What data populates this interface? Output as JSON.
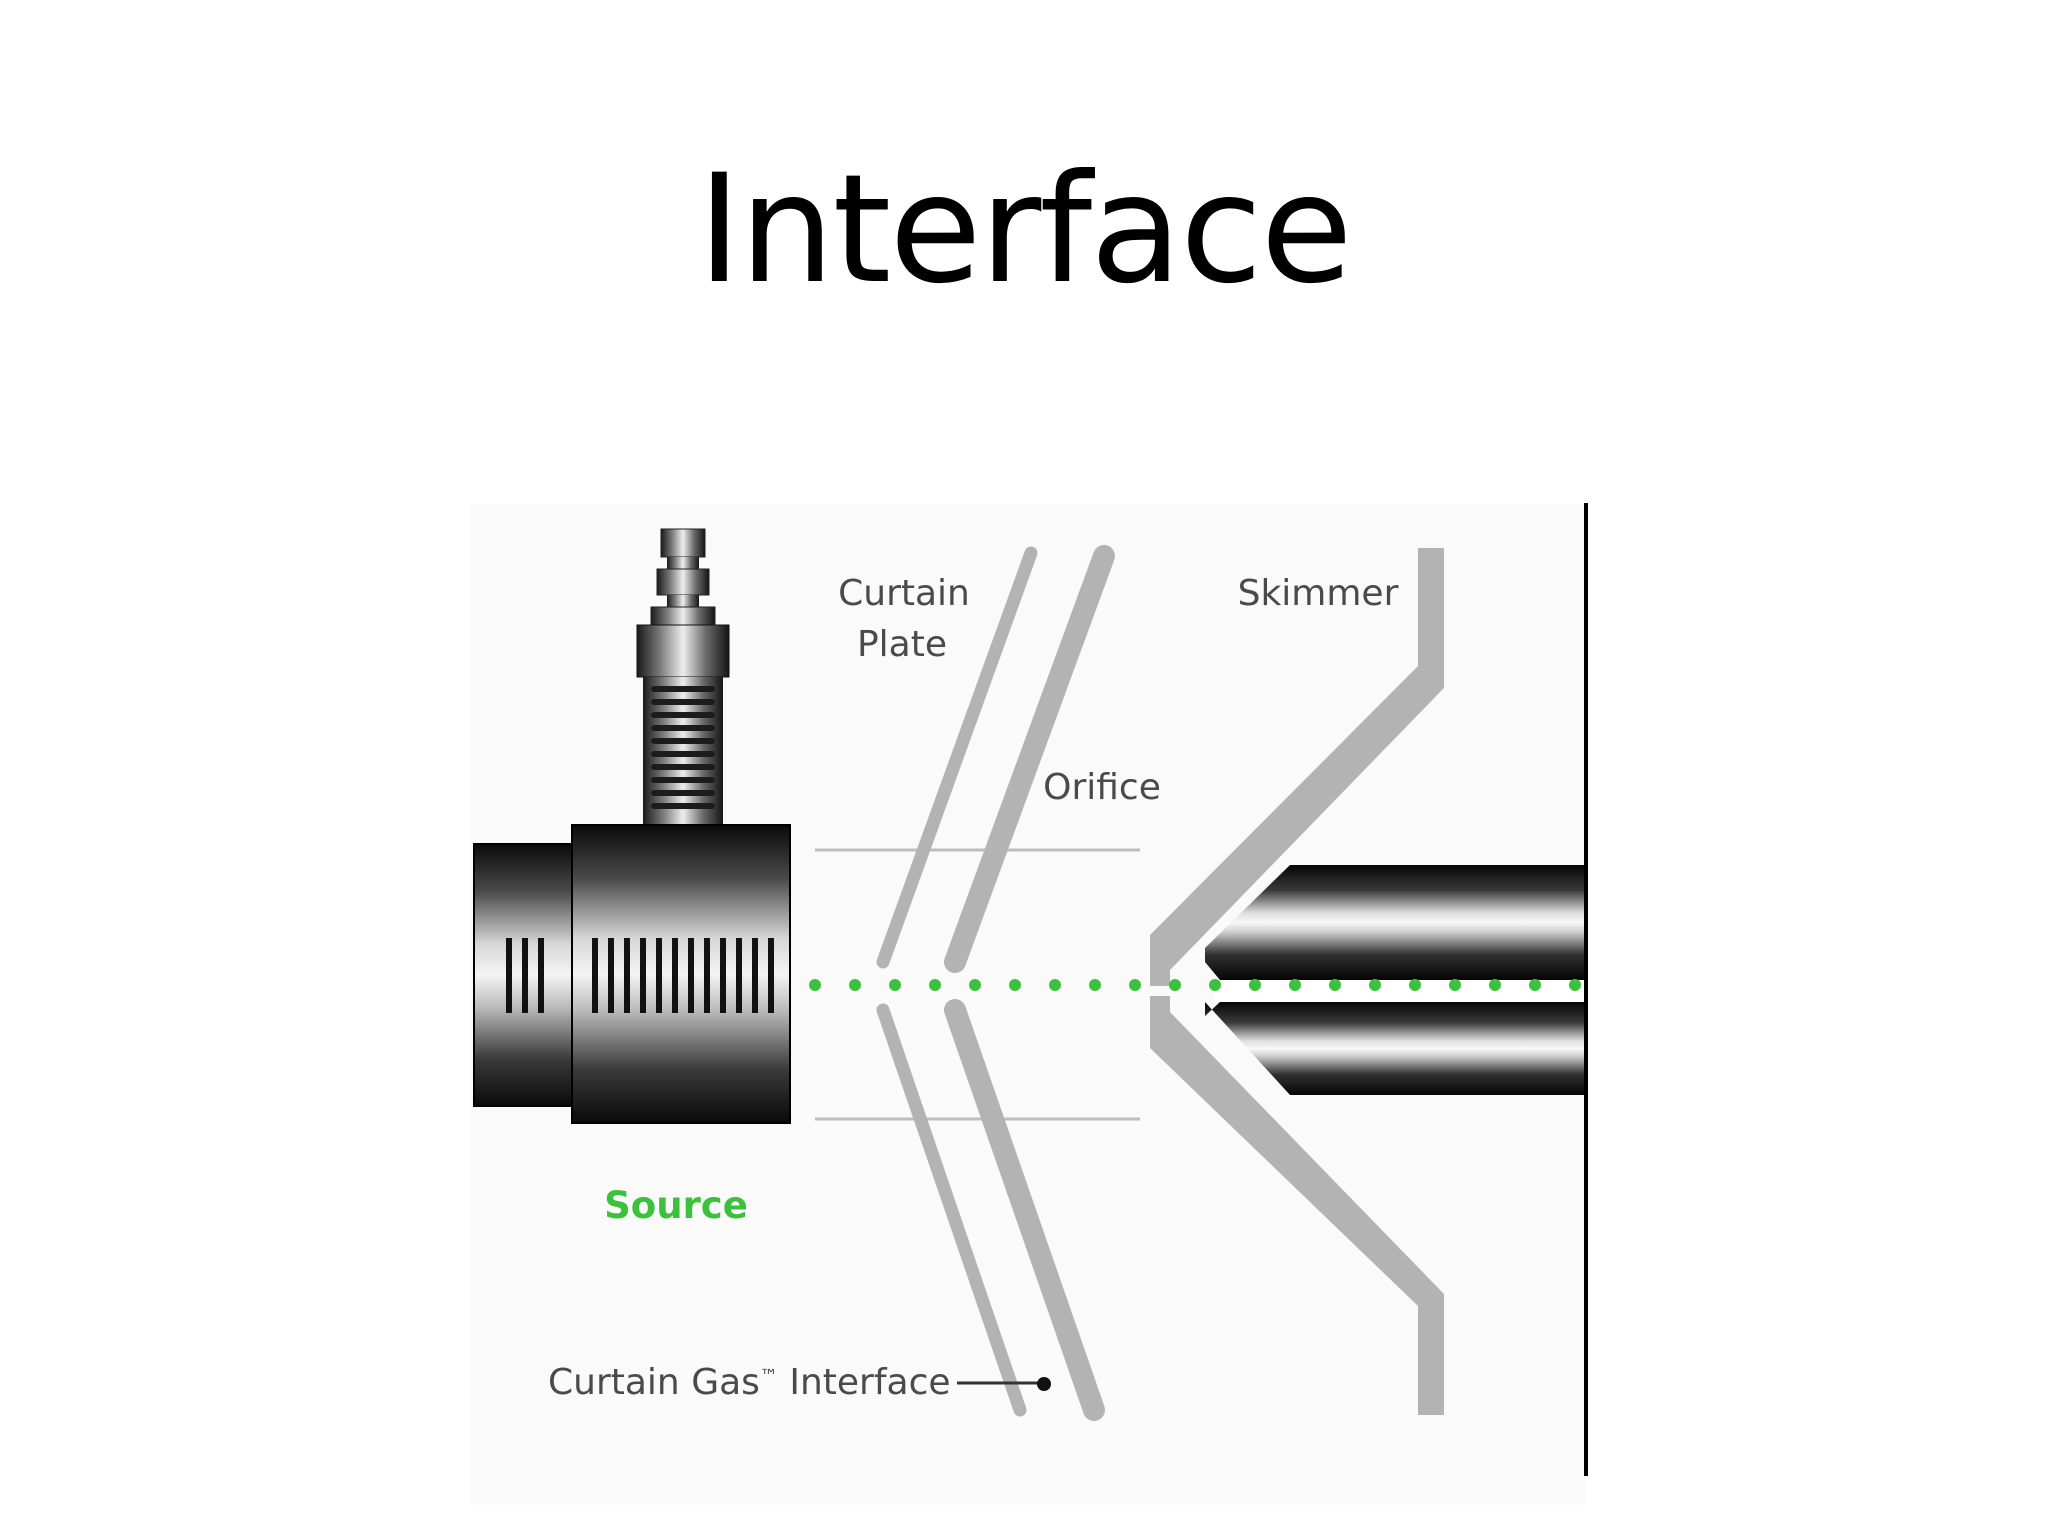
{
  "title": "Interface",
  "labels": {
    "curtain_plate_line1": "Curtain",
    "curtain_plate_line2": "Plate",
    "skimmer": "Skimmer",
    "orifice": "Orifice",
    "source": "Source",
    "curtain_gas": "Curtain Gas",
    "trademark": "™",
    "curtain_gas_suffix": " Interface"
  },
  "colors": {
    "source_label": "#3cc13c",
    "ion_beam": "#3cc13c",
    "plates": "#b3b3b3",
    "guide_lines": "#bdbdbd",
    "background_panel": "#fafafa"
  }
}
